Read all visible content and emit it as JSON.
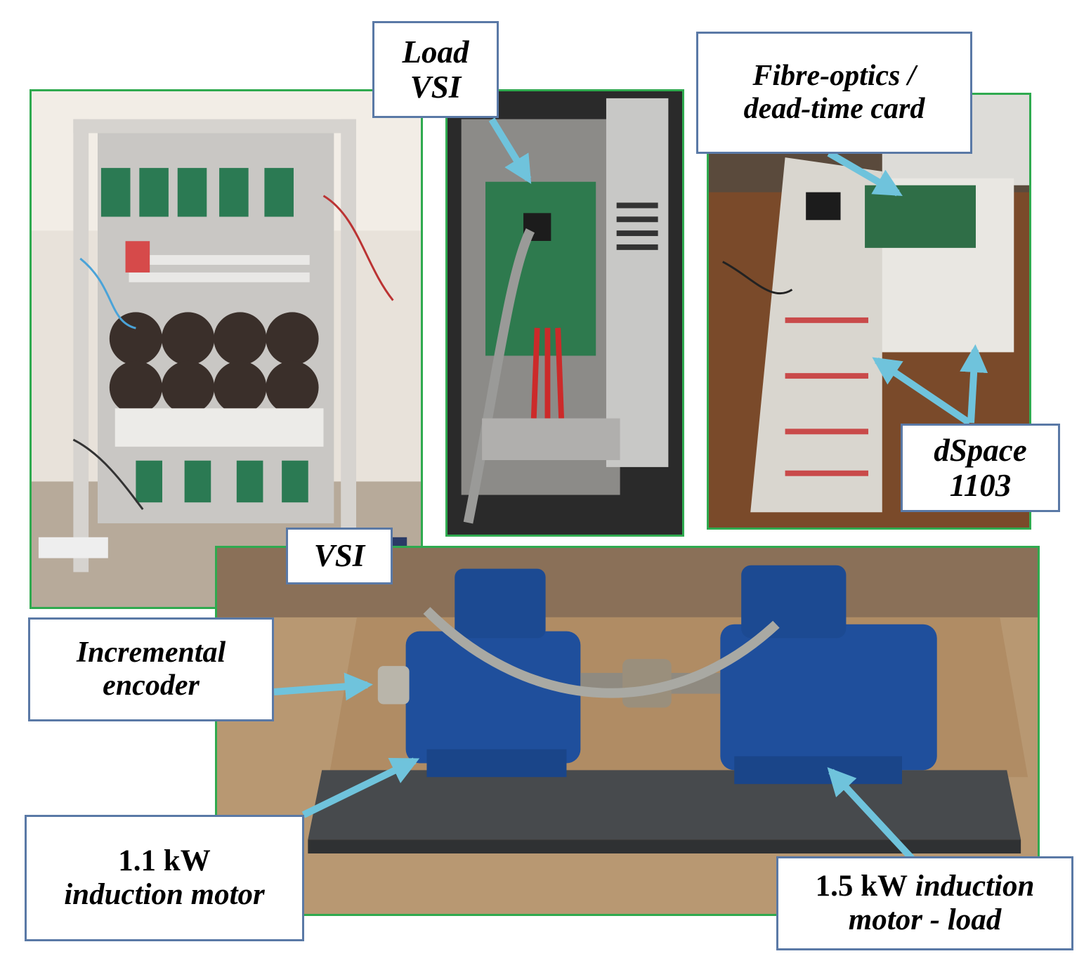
{
  "labels": {
    "load_vsi": {
      "line1": "Load",
      "line2": "VSI"
    },
    "fibre_optics": {
      "line1": "Fibre-optics /",
      "line2": "dead-time card"
    },
    "dspace": {
      "line1": "dSpace",
      "line2": "1103"
    },
    "vsi": {
      "line1": "VSI"
    },
    "encoder": {
      "line1": "Incremental",
      "line2": "encoder"
    },
    "motor_11": {
      "line1": "1.1 kW",
      "line2": "induction motor"
    },
    "motor_15": {
      "line1_bold": "1.5 kW",
      "line1_italic": " induction",
      "line2": "motor - load"
    }
  },
  "colors": {
    "panel_border": "#2faa4f",
    "label_border": "#5a79a6",
    "arrow": "#6fc3dc",
    "motor_blue": "#1f4f9c"
  },
  "icons": {
    "arrow": "callout-arrow"
  }
}
